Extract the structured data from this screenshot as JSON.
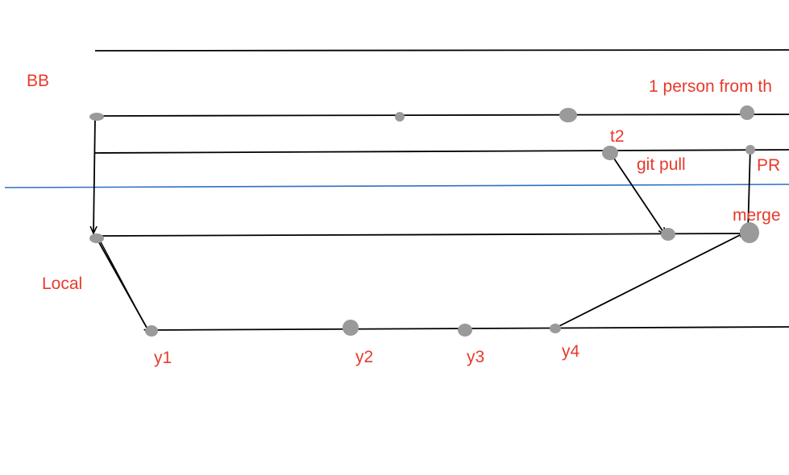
{
  "colors": {
    "label": "#e8392b",
    "line": "#000000",
    "divider": "#2f6fc6",
    "dot": "#9a9a9a"
  },
  "labels": {
    "remote": "BB",
    "local": "Local",
    "note": "1 person from th",
    "t2": "t2",
    "git_pull": "git pull",
    "pr": "PR",
    "merge": "merge",
    "y1": "y1",
    "y2": "y2",
    "y3": "y3",
    "y4": "y4"
  }
}
